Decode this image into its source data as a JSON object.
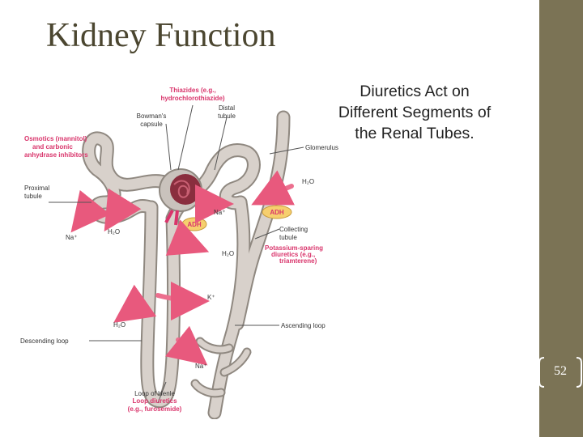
{
  "slide": {
    "title": "Kidney Function",
    "caption_lines": [
      "Diuretics Act on",
      "Different Segments of",
      "the Renal Tubes."
    ],
    "page_number": "52"
  },
  "colors": {
    "accent_band": "#7b7355",
    "title": "#4b4630",
    "drug_label": "#d9346b",
    "tubule": "#cfc8c2",
    "arrow": "#ec6f8e",
    "adh_badge": "#f6cf6e"
  },
  "diagram": {
    "labels": {
      "thiazides_1": "Thiazides (e.g.,",
      "thiazides_2": "hydrochlorothiazide)",
      "distal_1": "Distal",
      "distal_2": "tubule",
      "bowmans_1": "Bowman's",
      "bowmans_2": "capsule",
      "osmotics_1": "Osmotics (mannitol)",
      "osmotics_2": "and carbonic",
      "osmotics_3": "anhydrase inhibitors",
      "glomerulus": "Glomerulus",
      "proximal_1": "Proximal",
      "proximal_2": "tubule",
      "h2o_1": "H₂O",
      "na_1": "Na⁺",
      "adh_1": "ADH",
      "adh_2": "ADH",
      "na_2": "Na⁺",
      "h2o_2": "H₂O",
      "collecting_1": "Collecting",
      "collecting_2": "tubule",
      "h2o_3": "H₂O",
      "potassium_1": "Potassium-sparing",
      "potassium_2": "diuretics (e.g.,",
      "potassium_3": "triamterene)",
      "k_plus": "K⁺",
      "h2o_4": "H₂O",
      "ascending": "Ascending loop",
      "descending": "Descending loop",
      "na_3": "Na⁺",
      "henle": "Loop of Henle",
      "loop_diuretics_1": "Loop diuretics",
      "loop_diuretics_2": "(e.g., furosemide)"
    }
  }
}
